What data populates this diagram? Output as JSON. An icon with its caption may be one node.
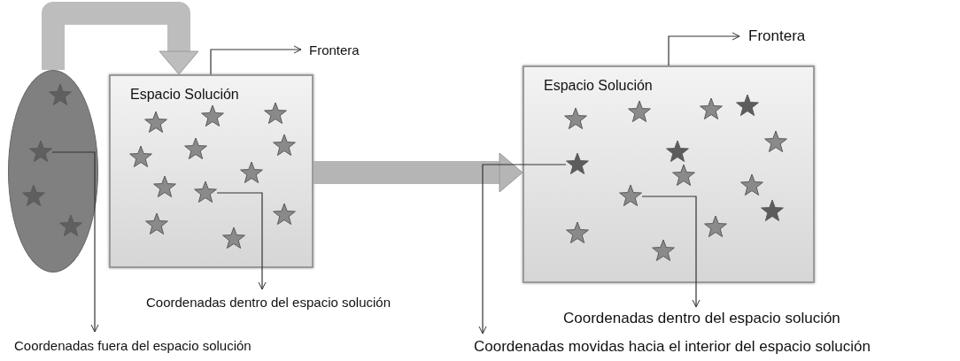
{
  "diagram": {
    "nodes": [
      {
        "text": [],
        "shape": "ellipse"
      },
      {
        "text": [],
        "shape": "star",
        "in": 0
      },
      {
        "text": [
          "Espacio Solución"
        ]
      },
      {
        "text": [],
        "shape": "star",
        "in": 2
      },
      {
        "text": [
          "Frontera"
        ]
      },
      {
        "text": [
          "Coordenadas dentro del espacio solución"
        ]
      },
      {
        "text": [
          "Coordenadas fuera del espacio solución"
        ]
      },
      {
        "text": [
          "Espacio Solución"
        ]
      },
      {
        "text": [],
        "shape": "star",
        "in": 7
      },
      {
        "text": [],
        "shape": "star",
        "in": 7
      },
      {
        "text": [
          "Frontera"
        ]
      },
      {
        "text": [
          "Coordenadas dentro del espacio solución"
        ]
      },
      {
        "text": [
          "Coordenadas movidas hacia el interior del espacio solución"
        ]
      }
    ],
    "edges": [
      {
        "from": 0,
        "to": 2,
        "arrow": "to",
        "style": "thick",
        "color": "#bdbdbd"
      },
      {
        "from": 2,
        "to": 4,
        "arrow": "to"
      },
      {
        "from": 1,
        "to": 6,
        "arrow": "to"
      },
      {
        "from": 3,
        "to": 5,
        "arrow": "to"
      },
      {
        "from": 2,
        "to": 7,
        "arrow": "to",
        "style": "thick",
        "color": "#b5b5b5"
      },
      {
        "from": 7,
        "to": 10,
        "arrow": "to"
      },
      {
        "from": 8,
        "to": 12,
        "arrow": "to"
      },
      {
        "from": 9,
        "to": 11,
        "arrow": "to"
      }
    ]
  }
}
